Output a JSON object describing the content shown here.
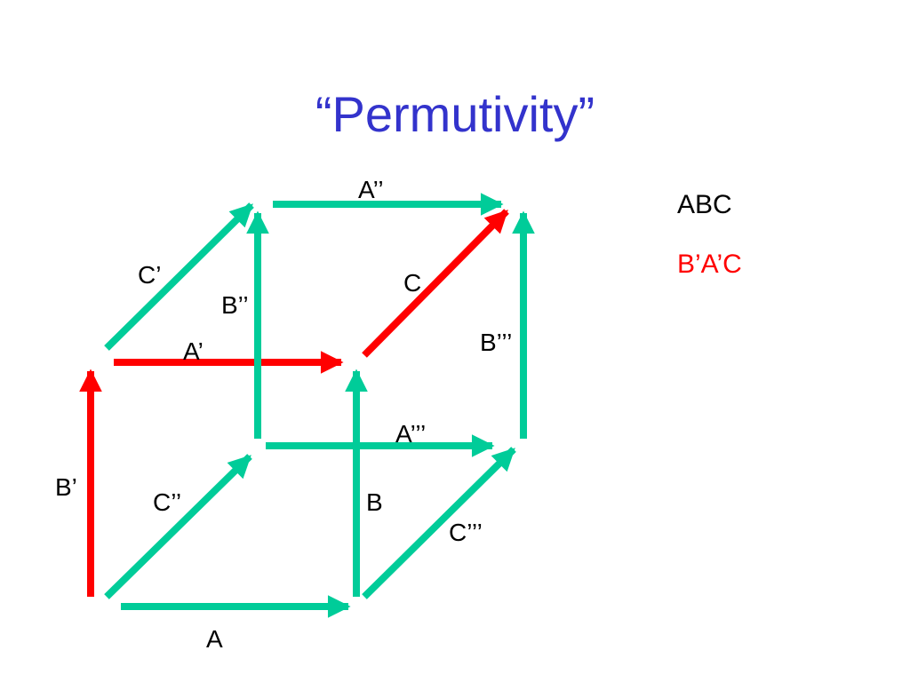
{
  "title": "“Permutivity”",
  "colors": {
    "title": "#3333cc",
    "green": "#00cc99",
    "red": "#ff0000",
    "text": "#000000"
  },
  "edges": {
    "A": {
      "label": "A",
      "color": "green"
    },
    "B": {
      "label": "B",
      "color": "green"
    },
    "C2": {
      "label": "C’’",
      "color": "green"
    },
    "A1": {
      "label": "A’",
      "color": "red"
    },
    "B1": {
      "label": "B’",
      "color": "red"
    },
    "C": {
      "label": "C",
      "color": "red"
    },
    "C1": {
      "label": "C’",
      "color": "green"
    },
    "B2": {
      "label": "B’’",
      "color": "green"
    },
    "A2": {
      "label": "A’’",
      "color": "green"
    },
    "A3": {
      "label": "A’’’",
      "color": "green"
    },
    "B3": {
      "label": "B’’’",
      "color": "green"
    },
    "C3": {
      "label": "C’’’",
      "color": "green"
    }
  },
  "legend": {
    "first": {
      "text": "ABC",
      "color": "#000000"
    },
    "second": {
      "text": "B’A’C",
      "color": "#ff0000"
    }
  }
}
